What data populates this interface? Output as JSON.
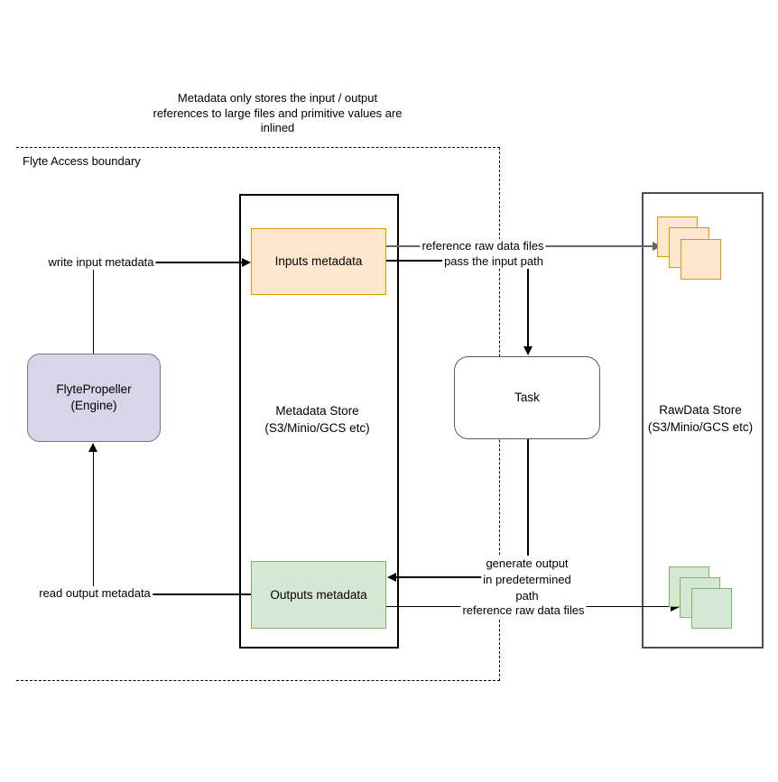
{
  "note": {
    "lines": [
      "Metadata only stores the input / output",
      "references to large files and primitive values are",
      "inlined"
    ]
  },
  "boundary": {
    "label": "Flyte Access boundary"
  },
  "containers": {
    "metadata_store": {
      "title_line1": "Metadata Store",
      "title_line2": "(S3/Minio/GCS etc)"
    },
    "rawdata_store": {
      "title_line1": "RawData Store",
      "title_line2": "(S3/Minio/GCS etc)"
    }
  },
  "nodes": {
    "flytepropeller": {
      "line1": "FlytePropeller",
      "line2": "(Engine)"
    },
    "task": {
      "label": "Task"
    },
    "inputs_metadata": {
      "label": "Inputs metadata"
    },
    "outputs_metadata": {
      "label": "Outputs metadata"
    }
  },
  "edges": {
    "write_input": {
      "label": "write input metadata"
    },
    "read_output": {
      "label": "read output metadata"
    },
    "reference_raw_top": {
      "label": "reference raw data files"
    },
    "pass_input_path": {
      "label": "pass the input path"
    },
    "generate_output": {
      "line1": "generate output",
      "line2": "in predetermined",
      "line3": "path"
    },
    "reference_raw_bottom": {
      "label": "reference raw data files"
    }
  },
  "colors": {
    "inputs_fill": "#FFE6CC",
    "inputs_stroke": "#D79B00",
    "outputs_fill": "#D5E8D4",
    "outputs_stroke": "#82B366",
    "engine_fill": "#D8D5E8",
    "engine_stroke": "#76729A",
    "task_stroke": "#595959",
    "edge_black": "#000000",
    "edge_gray": "#666666"
  }
}
